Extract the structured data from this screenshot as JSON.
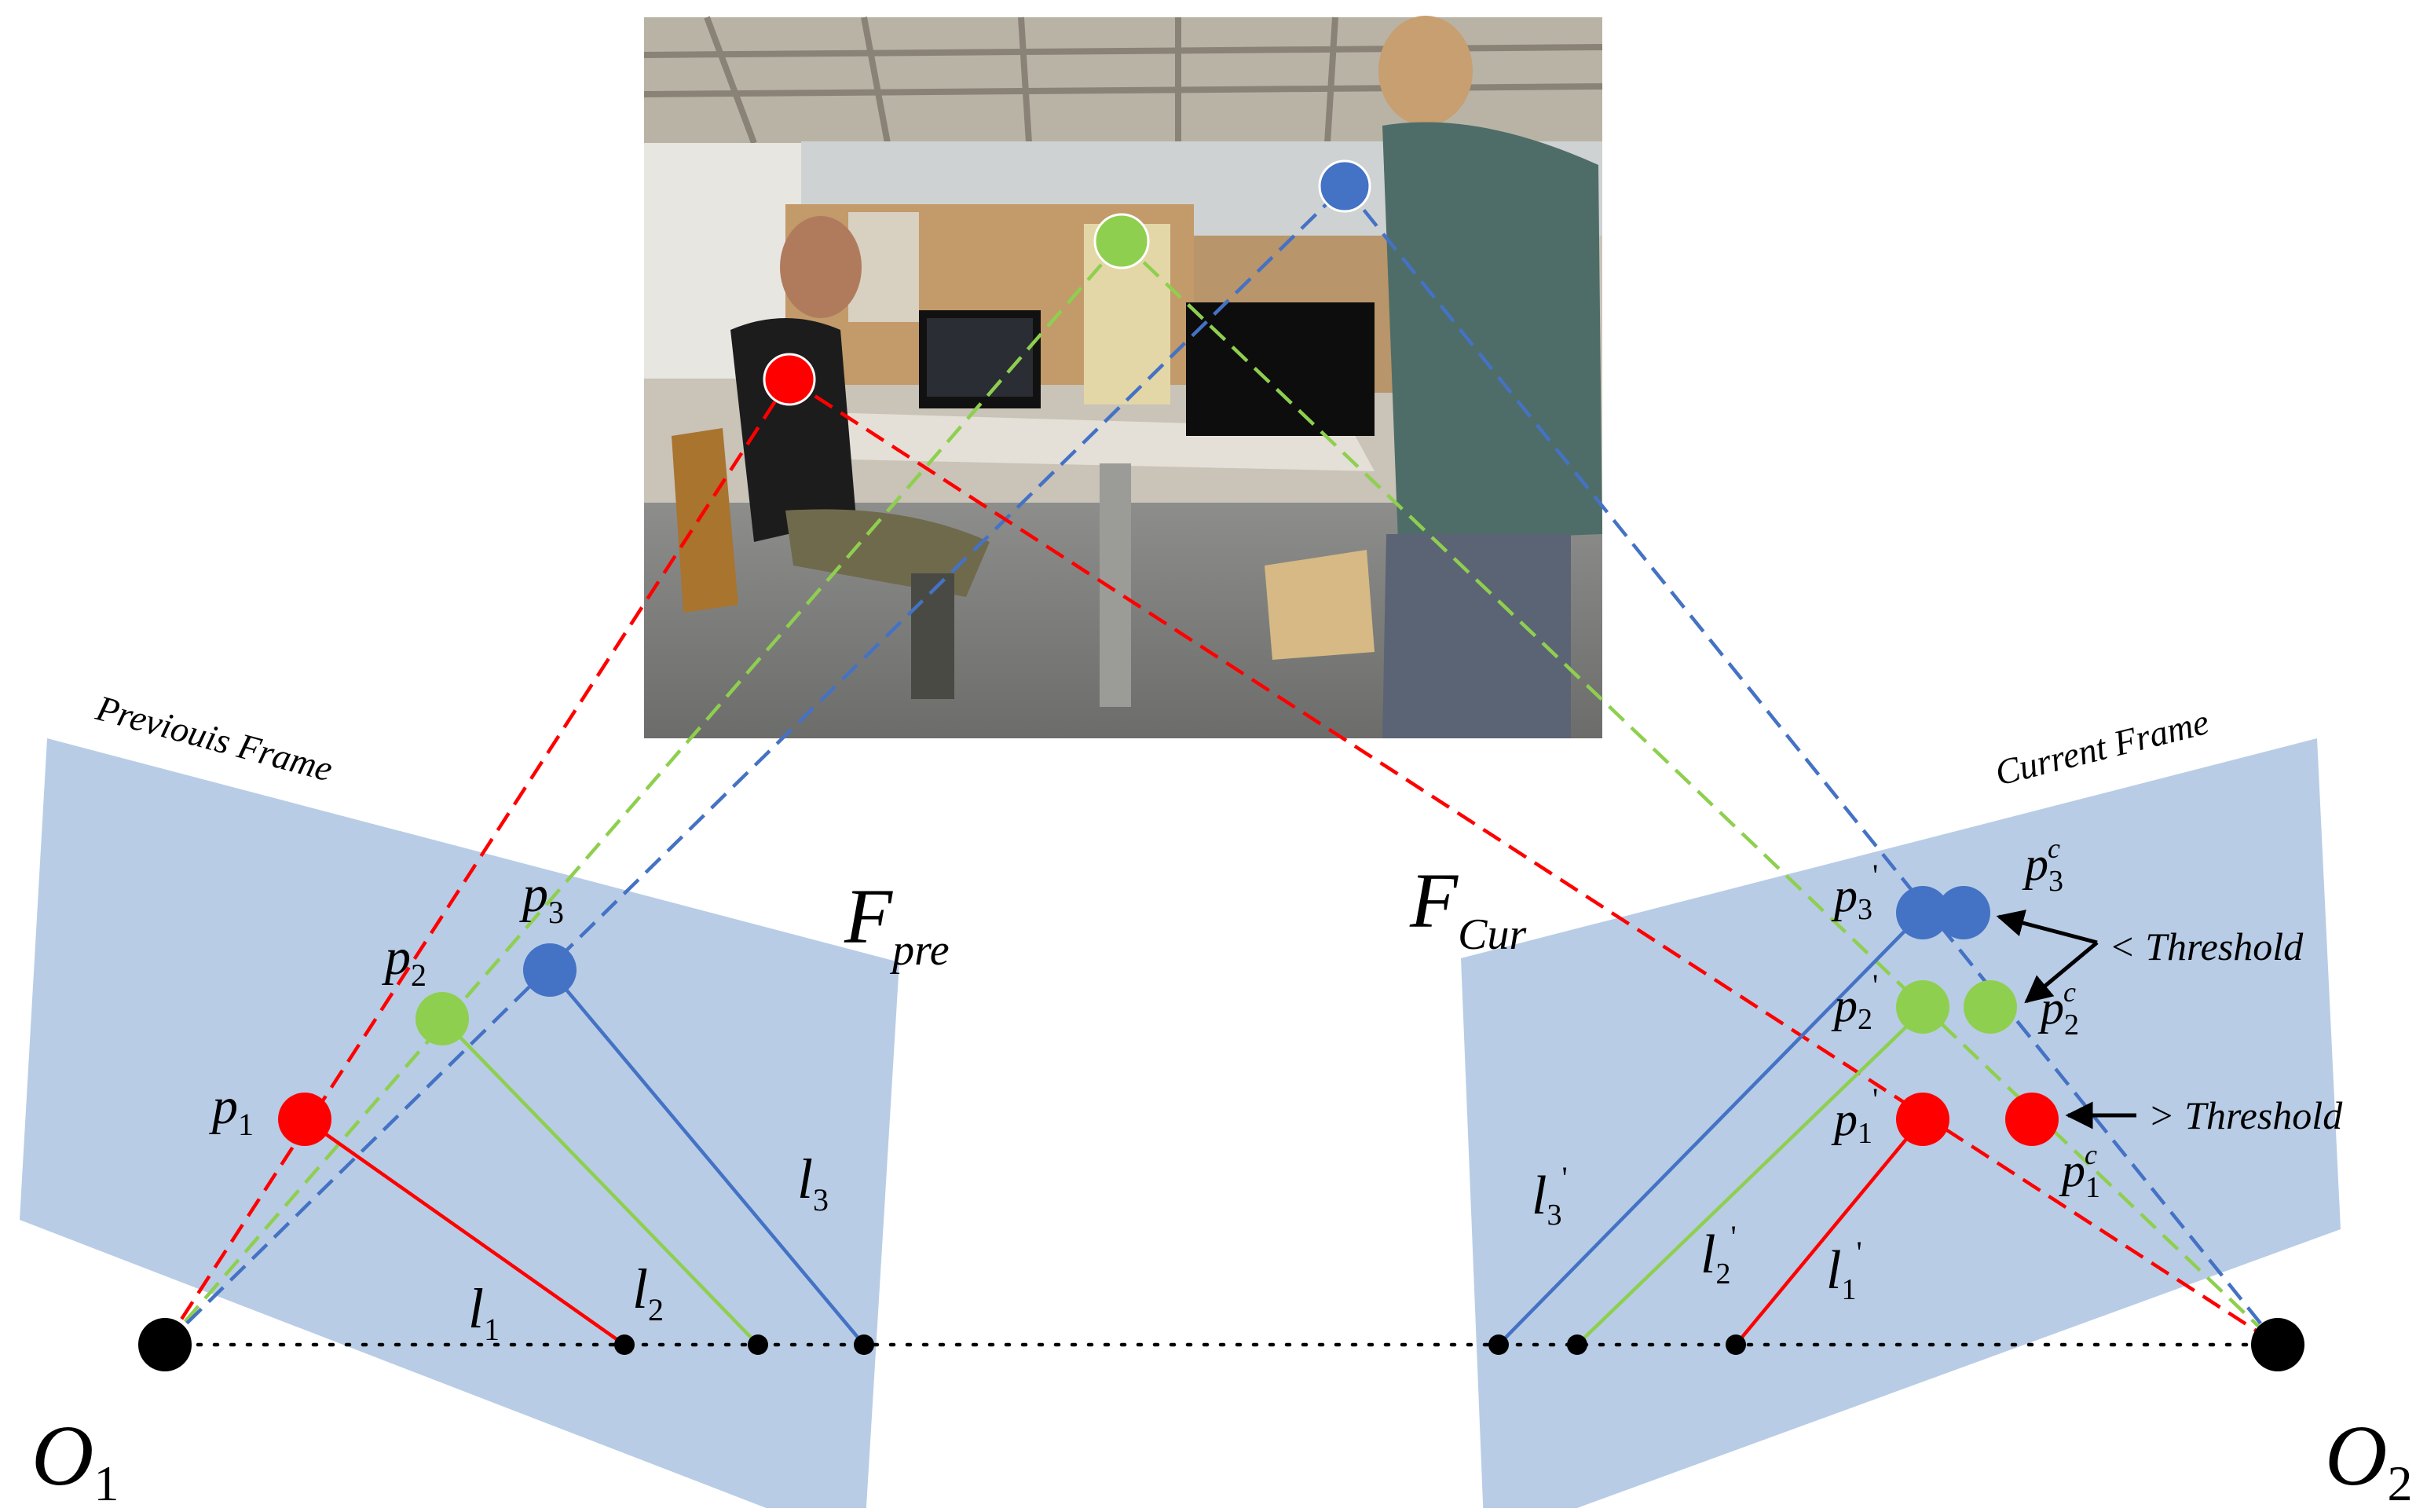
{
  "colors": {
    "plane_fill": "#b8cce6",
    "red": "#ff0000",
    "green": "#8fcf4f",
    "blue": "#4472c4",
    "black": "#000000"
  },
  "labels": {
    "prev_frame": "Previouis Frame",
    "cur_frame": "Current Frame",
    "lt_threshold": "< Threshold",
    "gt_threshold": "> Threshold"
  },
  "symbols": {
    "F": "F",
    "pre": "pre",
    "Cur": "Cur",
    "O": "O",
    "p": "p",
    "l": "l",
    "one": "1",
    "two": "2",
    "three": "3",
    "c": "c",
    "prime": "'"
  },
  "photo": {
    "description_icon": "office-scene-photo"
  }
}
